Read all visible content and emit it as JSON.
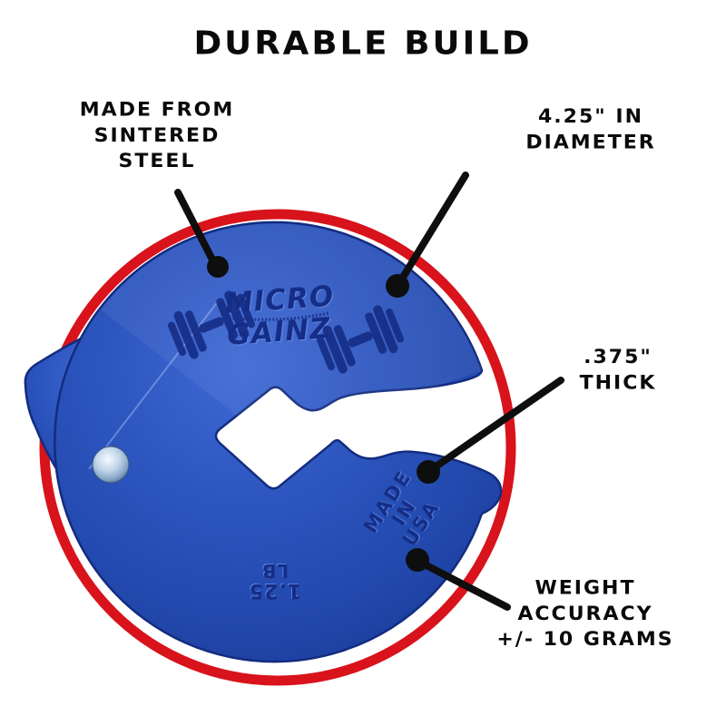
{
  "title": "DURABLE BUILD",
  "callouts": {
    "material": {
      "lines": [
        "MADE FROM",
        "SINTERED",
        "STEEL"
      ]
    },
    "diameter": {
      "lines": [
        "4.25\" IN",
        "DIAMETER"
      ]
    },
    "thickness": {
      "lines": [
        ".375\"",
        "THICK"
      ]
    },
    "accuracy": {
      "lines": [
        "WEIGHT",
        "ACCURACY",
        "+/- 10 GRAMS"
      ]
    }
  },
  "plate": {
    "brand": {
      "word1": "MICRO",
      "word2": "GAINZ"
    },
    "origin": {
      "line1": "MADE",
      "line2": "IN",
      "line3": "USA"
    },
    "weight": {
      "value": "1.25",
      "unit": "LB"
    }
  },
  "colors": {
    "ring_red": "#d8131b",
    "plate_blue": "#2a52b8",
    "emboss_navy": "#152d86",
    "callout_black": "#0e0e0e",
    "background": "#ffffff"
  }
}
